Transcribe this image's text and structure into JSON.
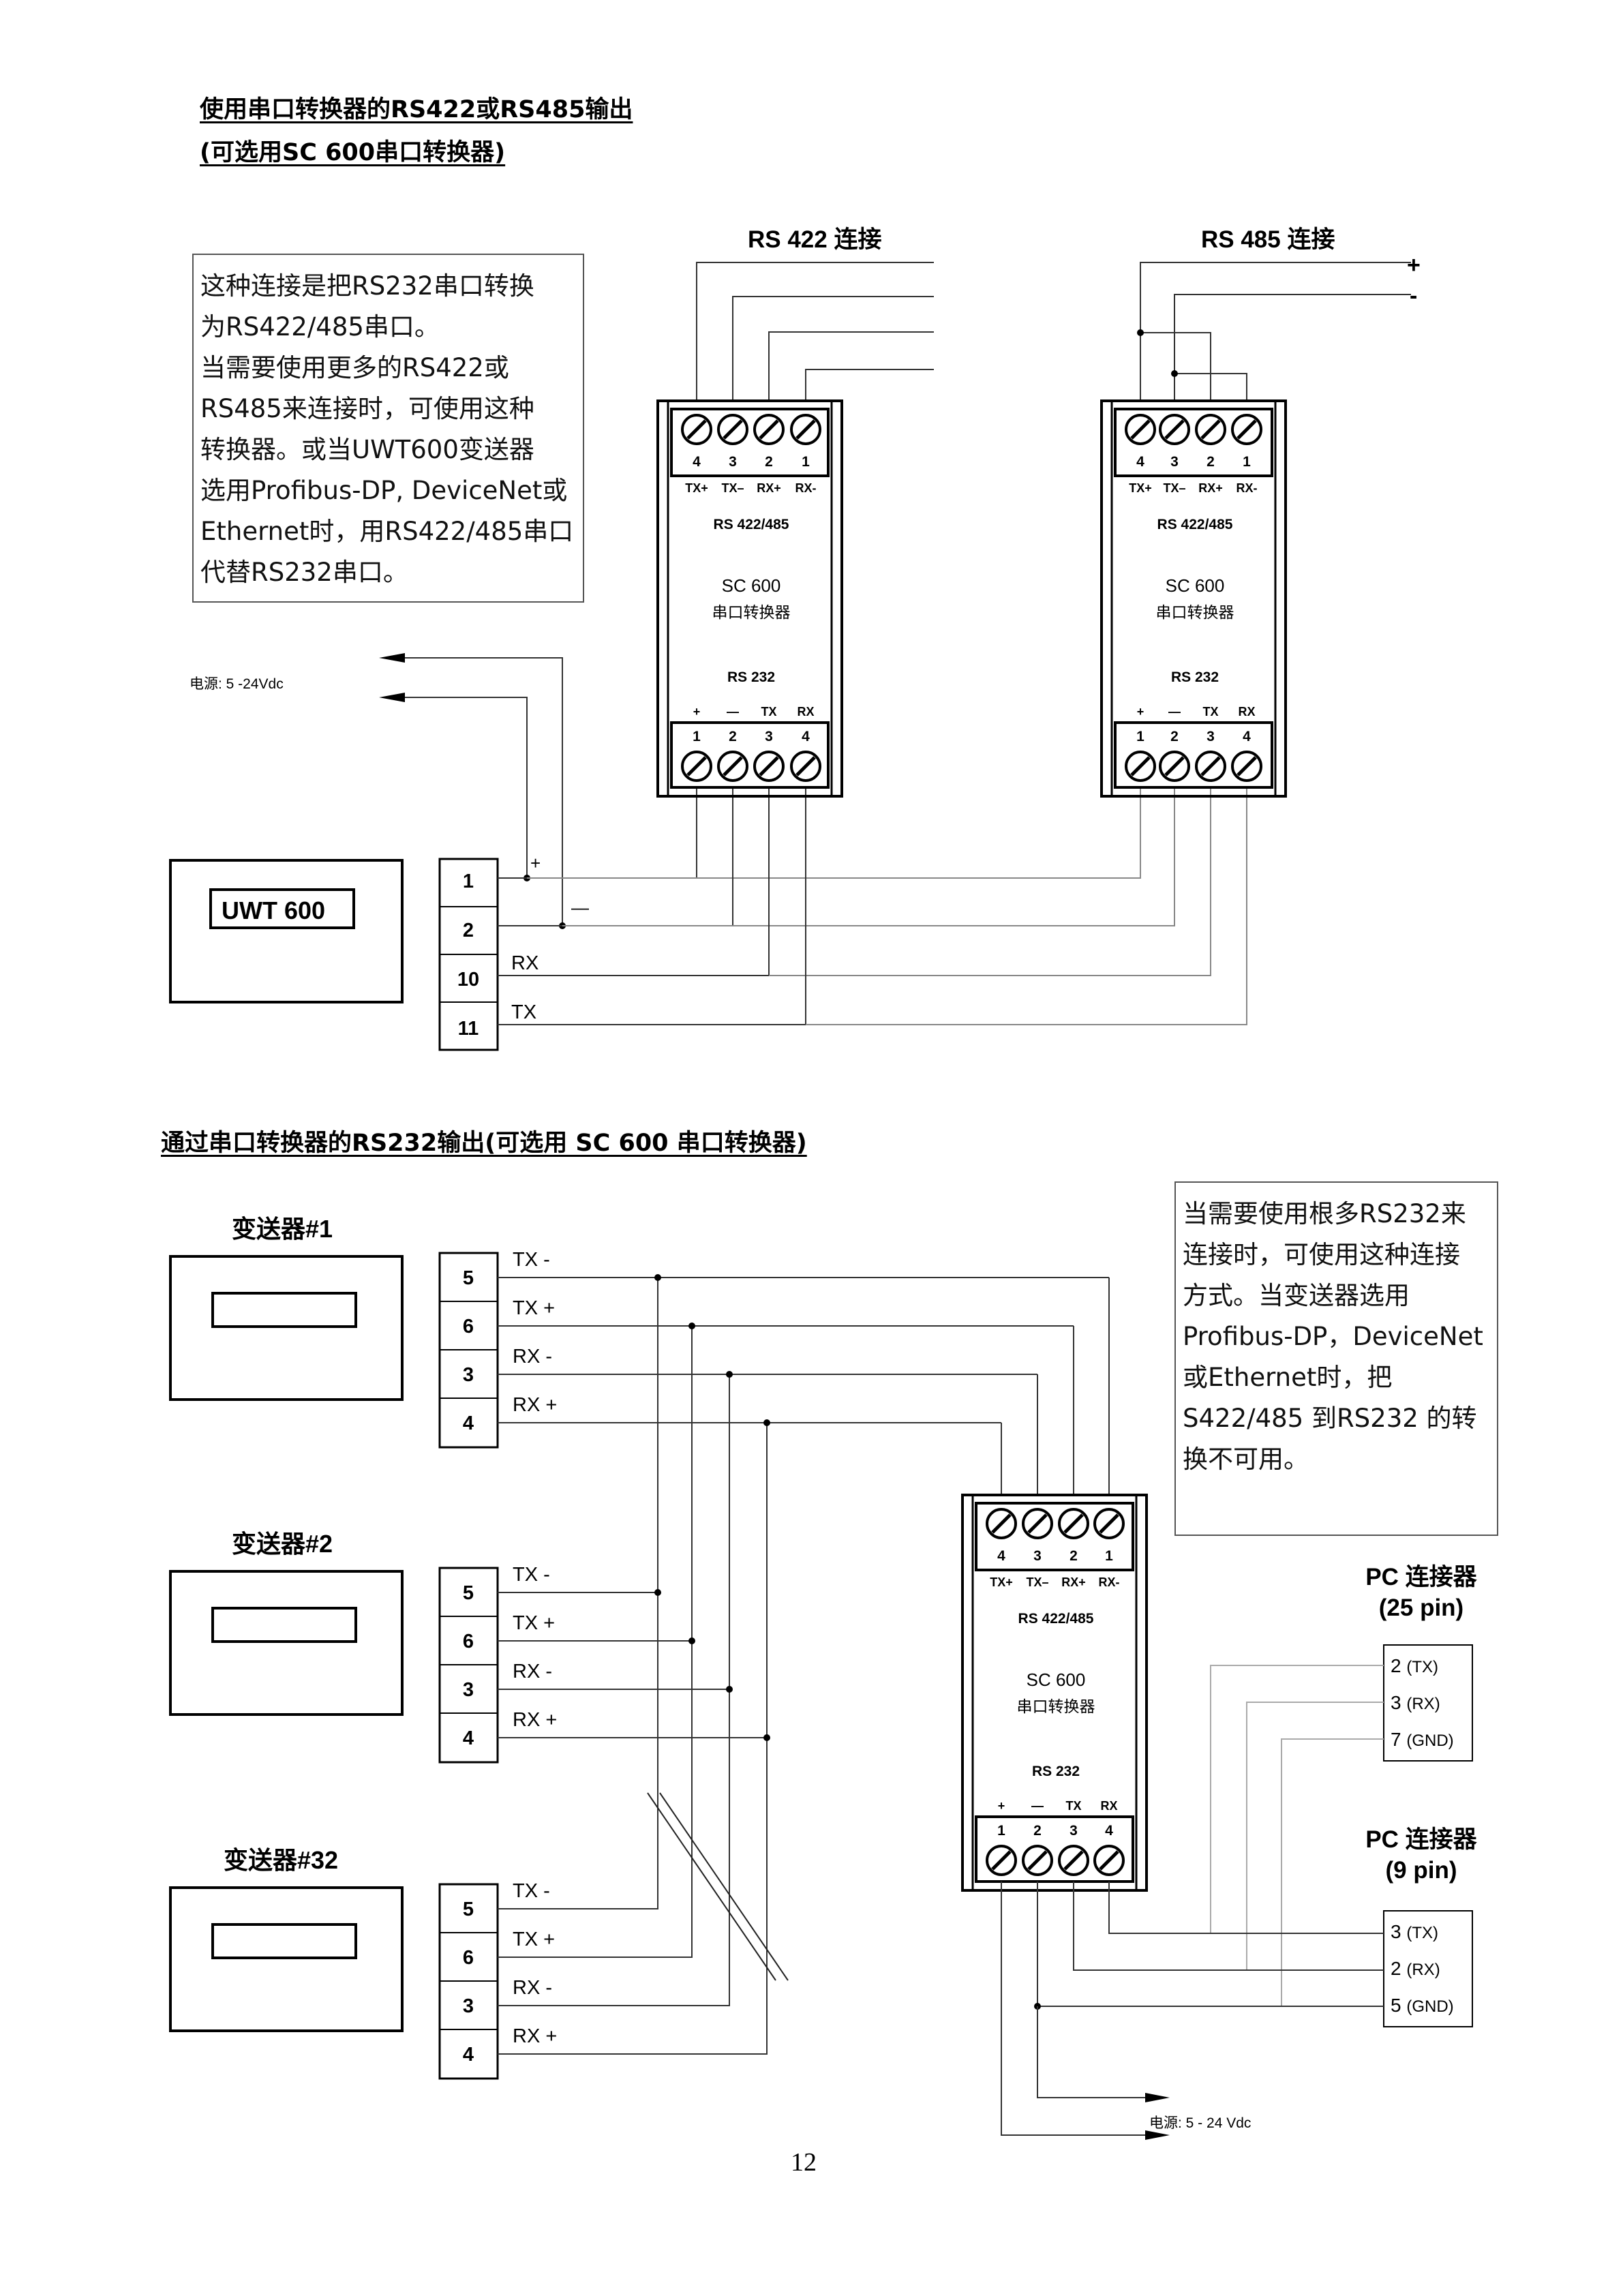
{
  "section1": {
    "title_line1": "使用串口转换器的RS422或RS485输出",
    "title_line2": "(可选用SC 600串口转换器)",
    "note_lines": [
      "这种连接是把RS232串口转换",
      "为RS422/485串口。",
      "当需要使用更多的RS422或",
      "RS485来连接时，可使用这种",
      "转换器。或当UWT600变送器",
      "选用Profibus-DP, DeviceNet或",
      "Ethernet时，用RS422/485串口",
      "代替RS232串口。"
    ],
    "rs422_label": "RS 422 连接",
    "rs485_label": "RS 485 连接",
    "plus": "+",
    "minus": "-",
    "power_label": "电源:  5  -24Vdc",
    "device_label": "UWT 600",
    "terminals": [
      "1",
      "2",
      "10",
      "11"
    ],
    "plus_mark": "+",
    "minus_mark": "—",
    "signal_rx": "RX",
    "signal_tx": "TX"
  },
  "converter": {
    "top_pins": [
      "4",
      "3",
      "2",
      "1"
    ],
    "top_signals": [
      "TX+",
      "TX–",
      "RX+",
      "RX-"
    ],
    "top_port": "RS 422/485",
    "model": "SC 600",
    "name": "串口转换器",
    "bottom_port": "RS 232",
    "bottom_signals": [
      "+",
      "—",
      "TX",
      "RX"
    ],
    "bottom_pins": [
      "1",
      "2",
      "3",
      "4"
    ]
  },
  "section2": {
    "title": "通过串口转换器的RS232输出(可选用  SC 600 串口转换器)",
    "transmitters": [
      {
        "label": "变送器#1",
        "pins": [
          "5",
          "6",
          "3",
          "4"
        ],
        "signals": [
          "TX -",
          "TX +",
          "RX -",
          "RX +"
        ]
      },
      {
        "label": "变送器#2",
        "pins": [
          "5",
          "6",
          "3",
          "4"
        ],
        "signals": [
          "TX -",
          "TX +",
          "RX -",
          "RX +"
        ]
      },
      {
        "label": "变送器#32",
        "pins": [
          "5",
          "6",
          "3",
          "4"
        ],
        "signals": [
          "TX -",
          "TX +",
          "RX -",
          "RX +"
        ]
      }
    ],
    "note_lines": [
      "当需要使用根多RS232来",
      "连接时，可使用这种连接",
      "方式。当变送器选用",
      "Profibus-DP，DeviceNet",
      "或Ethernet时，把",
      "S422/485 到RS232 的转",
      "换不可用。"
    ],
    "pc25_title": "PC 连接器",
    "pc25_sub": "(25 pin)",
    "pc25_pins": [
      {
        "num": "2",
        "sig": "(TX)"
      },
      {
        "num": "3",
        "sig": "(RX)"
      },
      {
        "num": "7",
        "sig": "(GND)"
      }
    ],
    "pc9_title": "PC 连接器",
    "pc9_sub": "(9 pin)",
    "pc9_pins": [
      {
        "num": "3",
        "sig": "(TX)"
      },
      {
        "num": "2",
        "sig": "(RX)"
      },
      {
        "num": "5",
        "sig": "(GND)"
      }
    ],
    "power_label": "电源:  5  -  24 Vdc"
  },
  "page_number": "12"
}
